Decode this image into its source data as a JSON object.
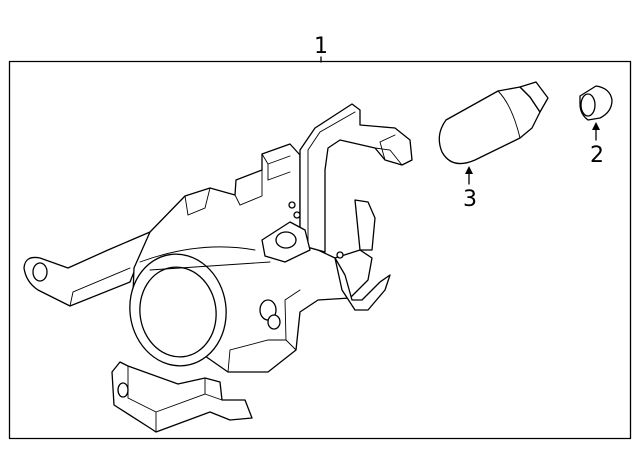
{
  "diagram": {
    "callouts": [
      {
        "label": "1",
        "part": "fog-lamp-assembly"
      },
      {
        "label": "2",
        "part": "socket"
      },
      {
        "label": "3",
        "part": "bulb"
      }
    ]
  }
}
